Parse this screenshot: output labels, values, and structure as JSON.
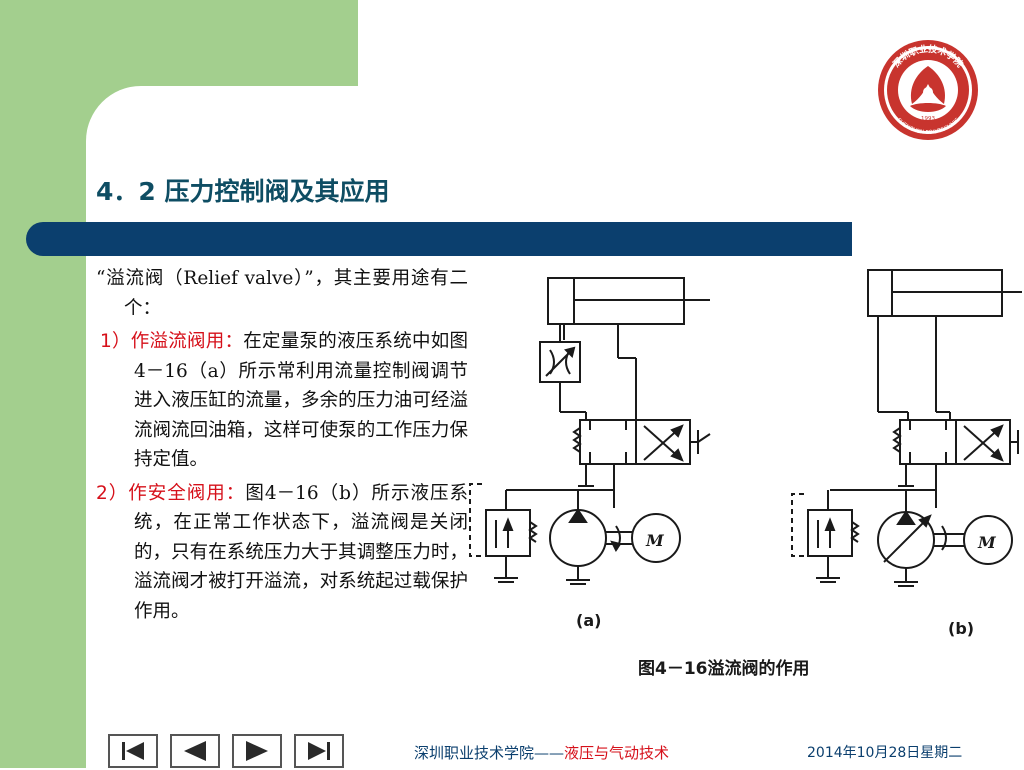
{
  "slide": {
    "title": "4．2  压力控制阀及其应用",
    "seal_text": "深圳职业技术学院",
    "seal_english": "SHENZHEN POLYTECHNIC",
    "seal_year": "1993"
  },
  "body": {
    "intro": "“溢流阀（Relief  valve）”，其主要用途有二个：",
    "item1_label": "1）作溢流阀用：",
    "item1_text": "在定量泵的液压系统中如图4－16（a）所示常利用流量控制阀调节进入液压缸的流量，多余的压力油可经溢流阀流回油箱，这样可使泵的工作压力保持定值。",
    "item2_label": "2）作安全阀用：",
    "item2_text": "图4－16（b）所示液压系统，在正常工作状态下，溢流阀是关闭的，只有在系统压力大于其调整压力时，溢流阀才被打开溢流，对系统起过载保护作用。"
  },
  "figure": {
    "label_a": "(a)",
    "label_b": "(b)",
    "motor_label": "M",
    "caption": "图4－16溢流阀的作用"
  },
  "footer": {
    "school": "深圳职业技术学院——",
    "course": "液压与气动技术",
    "date": "2014年10月28日星期二"
  },
  "nav": {
    "first": "first-slide",
    "prev": "previous-slide",
    "next": "next-slide",
    "last": "last-slide"
  },
  "colors": {
    "accent_green": "#a3cf8e",
    "title_teal": "#0e4d63",
    "bar_navy": "#0b3f6e",
    "highlight_red": "#d6101a"
  }
}
